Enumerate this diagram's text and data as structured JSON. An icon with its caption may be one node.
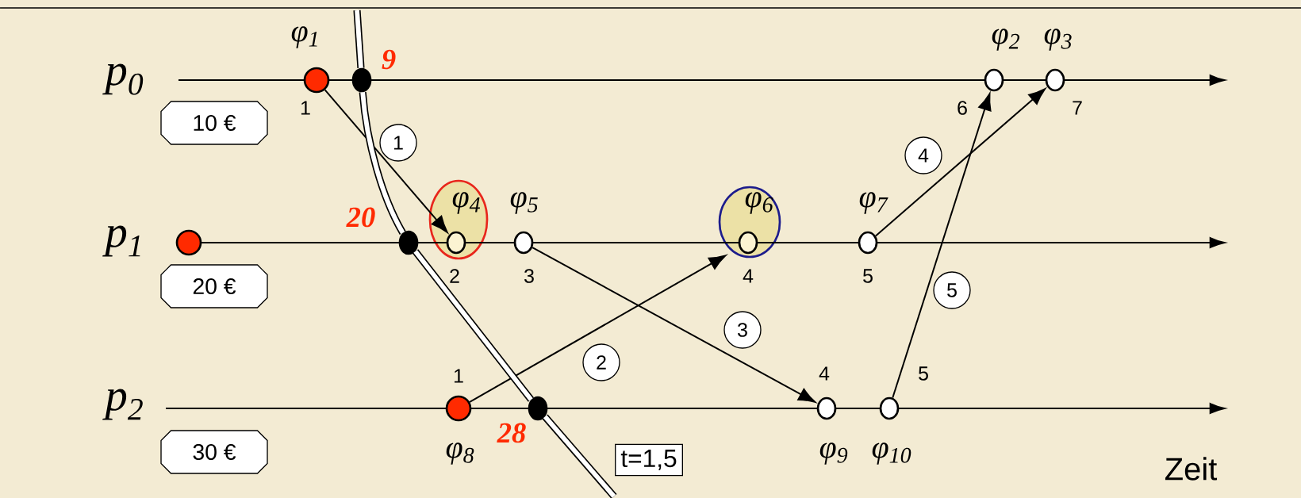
{
  "diagram": {
    "nodes": [
      {
        "text": [],
        "shape": "circle",
        "beside": [
          "φ$_{1}$",
          "1"
        ]
      },
      {
        "text": [],
        "shape": "circle",
        "beside": [
          "φ$_{2}$",
          "6"
        ]
      },
      {
        "text": [],
        "shape": "circle",
        "beside": [
          "φ$_{3}$",
          "7"
        ]
      },
      {
        "text": [],
        "shape": "circle"
      },
      {
        "text": [],
        "shape": "circle",
        "beside": [
          "φ$_{4}$",
          "2"
        ]
      },
      {
        "text": [],
        "shape": "circle",
        "beside": [
          "φ$_{5}$",
          "3"
        ]
      },
      {
        "text": [],
        "shape": "circle",
        "beside": [
          "φ$_{6}$",
          "4"
        ]
      },
      {
        "text": [],
        "shape": "circle",
        "beside": [
          "φ$_{7}$",
          "5"
        ]
      },
      {
        "text": [],
        "shape": "circle",
        "beside": [
          "φ$_{8}$",
          "1"
        ]
      },
      {
        "text": [],
        "shape": "circle",
        "beside": [
          "φ$_{9}$",
          "4"
        ]
      },
      {
        "text": [],
        "shape": "circle",
        "beside": [
          "φ$_{10}$",
          "5"
        ]
      },
      {
        "text": [],
        "shape": "circle",
        "beside": [
          "9"
        ]
      },
      {
        "text": [],
        "shape": "circle",
        "beside": [
          "20"
        ]
      },
      {
        "text": [],
        "shape": "circle",
        "beside": [
          "28"
        ]
      },
      {
        "text": [
          "10 €"
        ]
      },
      {
        "text": [
          "20 €"
        ]
      },
      {
        "text": [
          "30 €"
        ]
      },
      {
        "text": [
          "t=1,5"
        ]
      }
    ],
    "edges": [
      {
        "from": 0,
        "to": 4,
        "arrow": "to",
        "label": "1"
      },
      {
        "from": 8,
        "to": 6,
        "arrow": "to",
        "label": "2"
      },
      {
        "from": 5,
        "to": 9,
        "arrow": "to",
        "label": "3"
      },
      {
        "from": 7,
        "to": 2,
        "arrow": "to",
        "label": "4"
      },
      {
        "from": 10,
        "to": 1,
        "arrow": "to",
        "label": "5"
      },
      {
        "from": null,
        "to": 11,
        "arrow": "none",
        "style": "thick"
      },
      {
        "from": 11,
        "to": 12,
        "arrow": "none",
        "style": "thick"
      },
      {
        "from": 12,
        "to": 13,
        "arrow": "none",
        "style": "thick"
      },
      {
        "from": 13,
        "to": null,
        "arrow": "none",
        "style": "thick"
      }
    ],
    "labels": [
      "p$_{0}$",
      "p$_{1}$",
      "p$_{2}$",
      "Zeit"
    ]
  }
}
